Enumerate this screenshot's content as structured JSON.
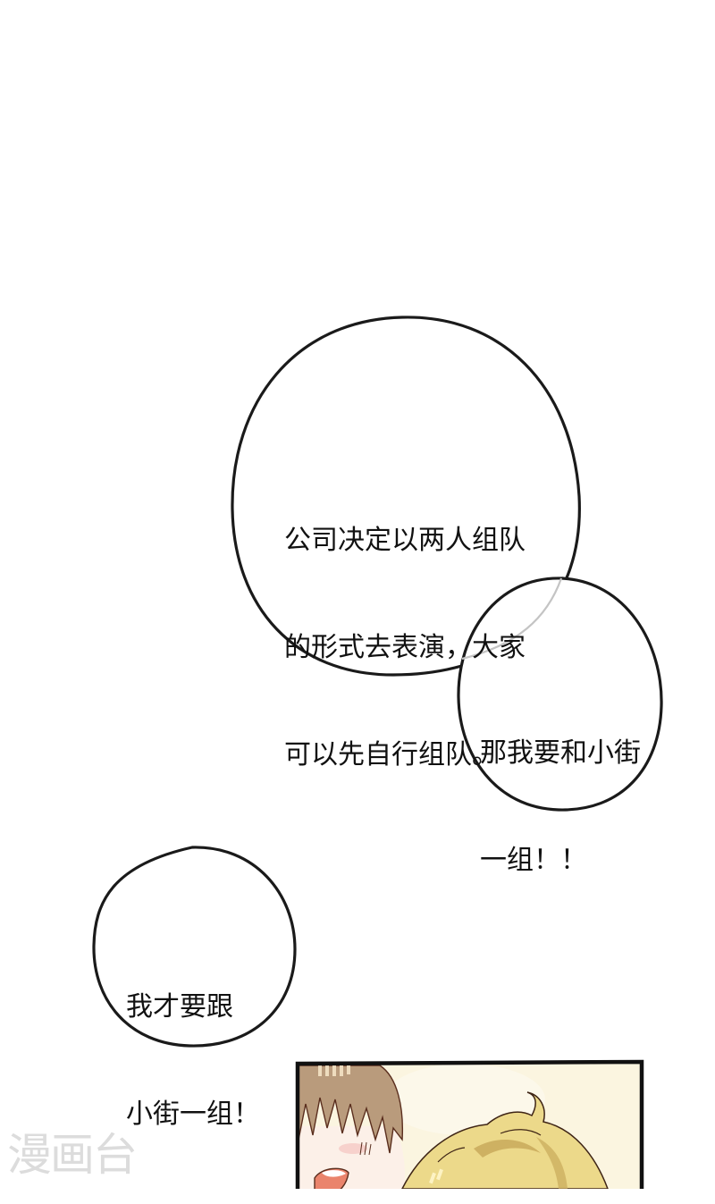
{
  "page": {
    "background_color": "#ffffff"
  },
  "bubbles": [
    {
      "id": "bubble-1",
      "lines": [
        "公司决定以两人组队",
        "的形式去表演，大家",
        "可以先自行组队。"
      ]
    },
    {
      "id": "bubble-2",
      "lines": [
        "那我要和小街",
        "一组！！"
      ]
    },
    {
      "id": "bubble-3",
      "lines": [
        "我才要跟",
        "小街一组！"
      ]
    }
  ],
  "panel": {
    "background_color": "#fbf5e0",
    "border_color": "#111111",
    "characters": [
      {
        "name": "brown-haired-character",
        "hair_color": "#b89a7a",
        "skin_color": "#fbeee6",
        "mouth_color": "#e9826b"
      },
      {
        "name": "blonde-character",
        "hair_color": "#ecd98a",
        "hair_shadow": "#c9a95a"
      }
    ]
  },
  "watermark": {
    "text": "漫画台",
    "color": "#dcdcdc"
  }
}
